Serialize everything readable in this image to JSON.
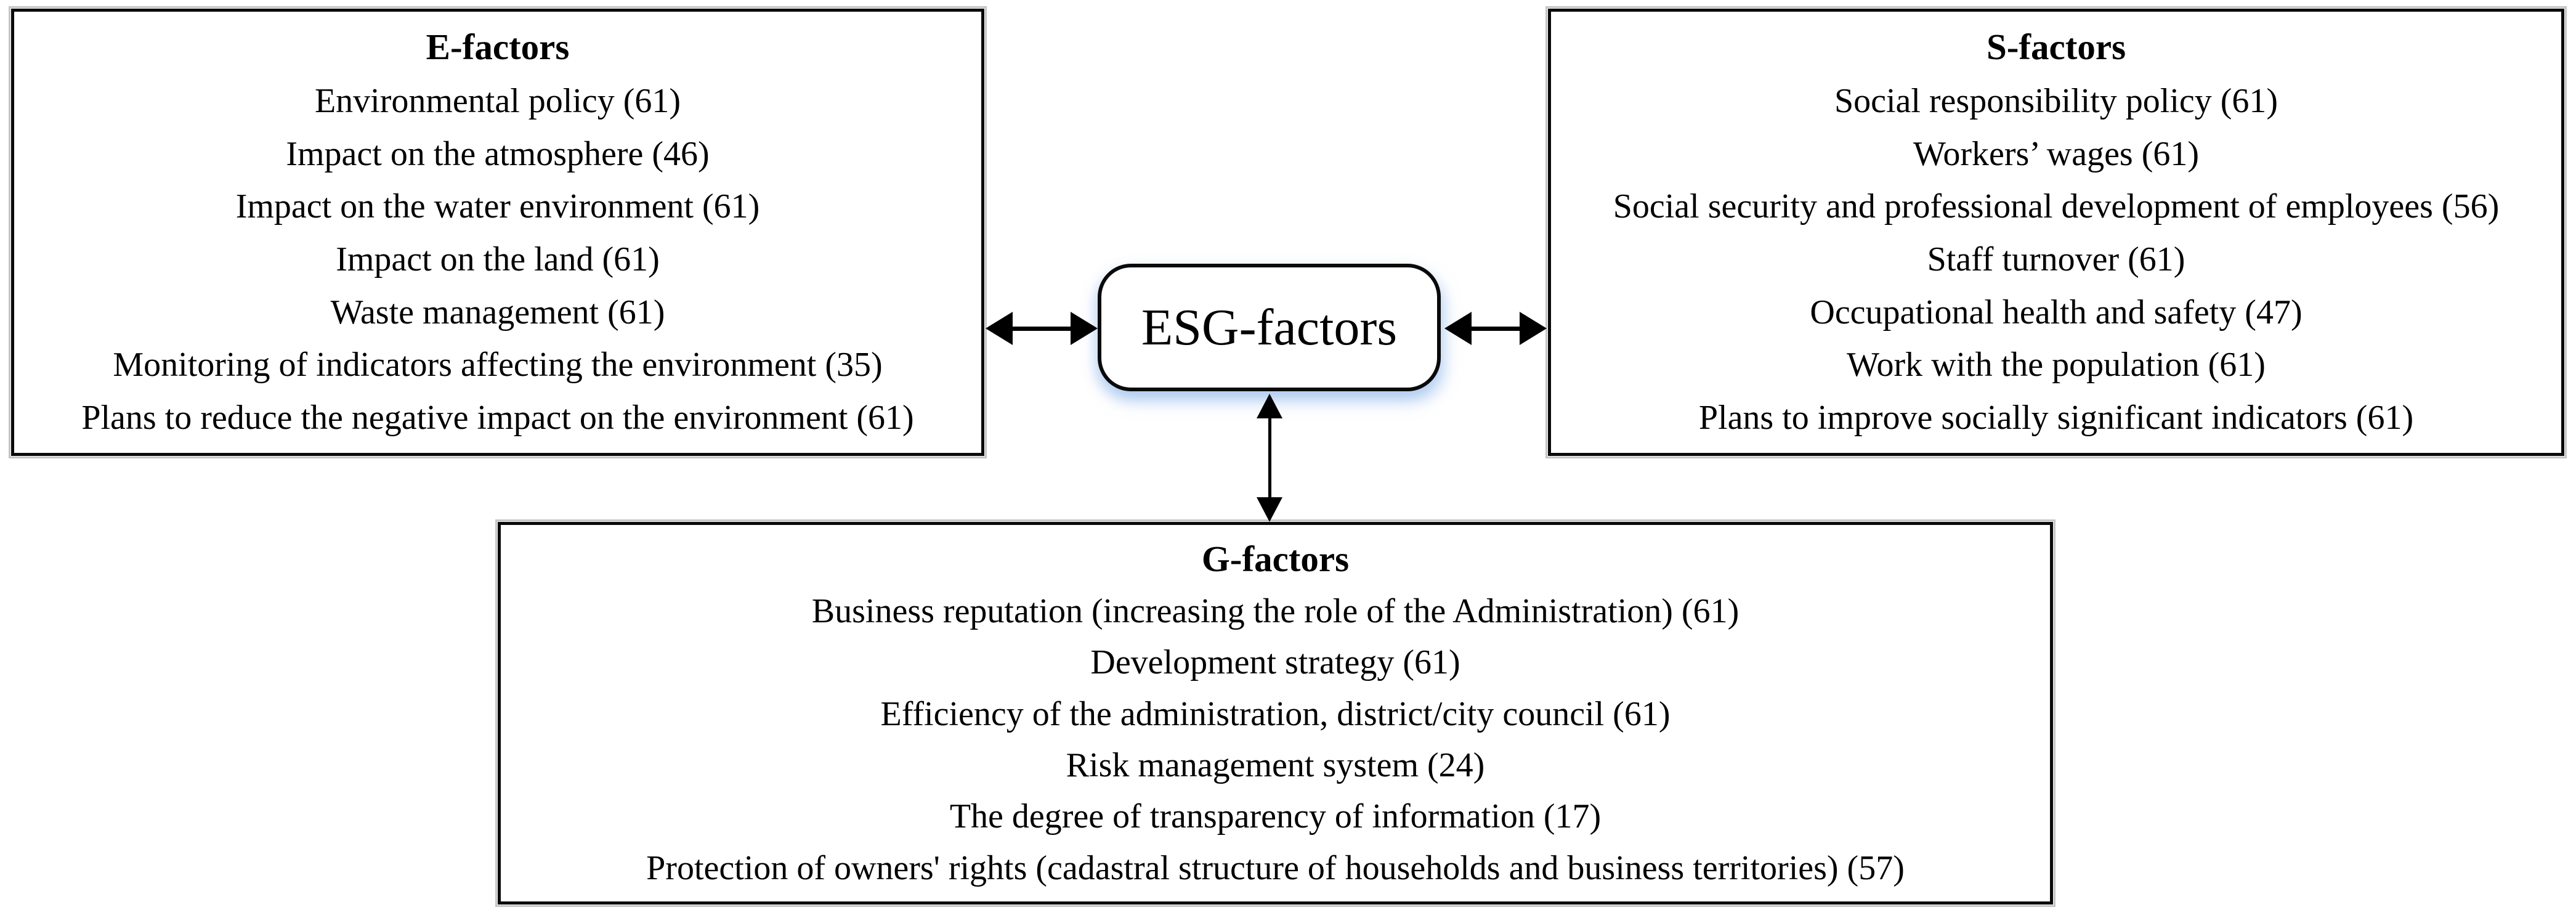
{
  "center": {
    "label": "ESG-factors"
  },
  "e_box": {
    "title": "E-factors",
    "items": [
      "Environmental policy (61)",
      "Impact on the atmosphere (46)",
      "Impact on the water environment (61)",
      "Impact on the land (61)",
      "Waste management (61)",
      "Monitoring of indicators affecting the environment (35)",
      "Plans to reduce the negative impact on the environment (61)"
    ]
  },
  "s_box": {
    "title": "S-factors",
    "items": [
      "Social responsibility policy (61)",
      "Workers’ wages (61)",
      "Social security and professional development of employees (56)",
      "Staff turnover (61)",
      "Occupational health and safety (47)",
      "Work with the population (61)",
      "Plans to improve socially significant indicators (61)"
    ]
  },
  "g_box": {
    "title": "G-factors",
    "items": [
      "Business reputation (increasing the role of the Administration) (61)",
      "Development strategy (61)",
      "Efficiency of the administration, district/city council (61)",
      "Risk management system (24)",
      "The degree of transparency of information (17)",
      "Protection of owners' rights (cadastral structure of households and business territories) (57)"
    ]
  },
  "colors": {
    "text": "#000000",
    "border": "#0a0a0a",
    "background": "#ffffff",
    "box_shadow_gray": "#969696",
    "center_shadow_blue": "#8cb4eb"
  }
}
